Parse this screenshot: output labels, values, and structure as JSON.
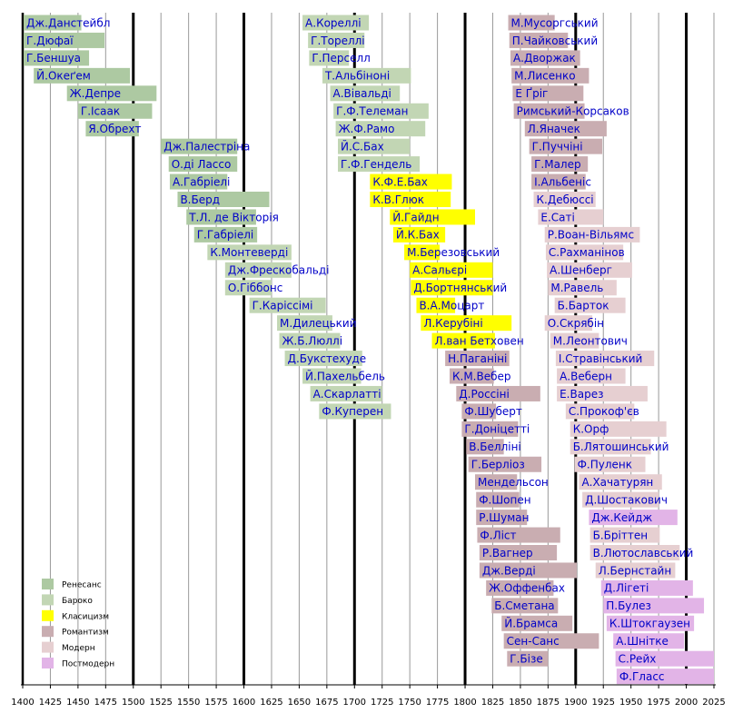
{
  "chart_data": {
    "type": "timeline",
    "xlim": [
      1400,
      2025
    ],
    "x_ticks": [
      1400,
      1425,
      1450,
      1475,
      1500,
      1525,
      1550,
      1575,
      1600,
      1625,
      1650,
      1675,
      1700,
      1725,
      1750,
      1775,
      1800,
      1825,
      1850,
      1875,
      1900,
      1925,
      1950,
      1975,
      2000,
      2025
    ],
    "period_boundaries": [
      1500,
      1600,
      1700,
      1800,
      1900,
      2000
    ],
    "legend_placement": "bottom-left",
    "periods": [
      {
        "key": "renaissance",
        "label": "Ренесанс",
        "color": "#adc9a2"
      },
      {
        "key": "baroque",
        "label": "Бароко",
        "color": "#c2d6b4"
      },
      {
        "key": "classicism",
        "label": "Класицизм",
        "color": "#ffff00"
      },
      {
        "key": "romanticism",
        "label": "Романтизм",
        "color": "#c9adb1"
      },
      {
        "key": "modern",
        "label": "Модерн",
        "color": "#e6cfd1"
      },
      {
        "key": "postmodern",
        "label": "Постмодерн",
        "color": "#e2b4e7"
      }
    ],
    "columns": [
      {
        "composers": [
          {
            "name": "Дж.Данстейбл",
            "start": 1400,
            "end": 1453,
            "period": "renaissance"
          },
          {
            "name": "Г.Дюфаї",
            "start": 1397,
            "end": 1474,
            "period": "renaissance"
          },
          {
            "name": "Г.Беншуа",
            "start": 1400,
            "end": 1460,
            "period": "renaissance"
          },
          {
            "name": "Й.Океґем",
            "start": 1410,
            "end": 1497,
            "period": "renaissance"
          },
          {
            "name": "Ж.Депре",
            "start": 1440,
            "end": 1521,
            "period": "renaissance"
          },
          {
            "name": "Г.Ісаак",
            "start": 1450,
            "end": 1517,
            "period": "renaissance"
          },
          {
            "name": "Я.Обрехт",
            "start": 1457,
            "end": 1505,
            "period": "renaissance"
          },
          {
            "name": "Дж.Палестріна",
            "start": 1525,
            "end": 1594,
            "period": "renaissance"
          },
          {
            "name": "О.ді Лассо",
            "start": 1532,
            "end": 1594,
            "period": "renaissance"
          },
          {
            "name": "А.Габріелі",
            "start": 1533,
            "end": 1585,
            "period": "renaissance"
          },
          {
            "name": "В.Берд",
            "start": 1540,
            "end": 1623,
            "period": "renaissance"
          },
          {
            "name": "Т.Л. де Вікторія",
            "start": 1548,
            "end": 1611,
            "period": "renaissance"
          },
          {
            "name": "Г.Габріелі",
            "start": 1555,
            "end": 1612,
            "period": "renaissance"
          },
          {
            "name": "К.Монтеверді",
            "start": 1567,
            "end": 1643,
            "period": "baroque"
          },
          {
            "name": "Дж.Фрескобальді",
            "start": 1583,
            "end": 1643,
            "period": "baroque"
          },
          {
            "name": "О.Гіббонс",
            "start": 1583,
            "end": 1625,
            "period": "baroque"
          },
          {
            "name": "Г.Каріссімі",
            "start": 1605,
            "end": 1674,
            "period": "baroque"
          },
          {
            "name": "М.Дилецький",
            "start": 1630,
            "end": 1680,
            "period": "baroque"
          },
          {
            "name": "Ж.Б.Люллі",
            "start": 1632,
            "end": 1687,
            "period": "baroque"
          },
          {
            "name": "Д.Букстехуде",
            "start": 1637,
            "end": 1707,
            "period": "baroque"
          },
          {
            "name": "Й.Пахельбель",
            "start": 1653,
            "end": 1706,
            "period": "baroque"
          },
          {
            "name": "А.Скарлатті",
            "start": 1660,
            "end": 1725,
            "period": "baroque"
          },
          {
            "name": "Ф.Куперен",
            "start": 1668,
            "end": 1733,
            "period": "baroque"
          }
        ]
      },
      {
        "composers": [
          {
            "name": "А.Кореллі",
            "start": 1653,
            "end": 1713,
            "period": "baroque"
          },
          {
            "name": "Г.Тореллі",
            "start": 1658,
            "end": 1709,
            "period": "baroque"
          },
          {
            "name": "Г.Перселл",
            "start": 1659,
            "end": 1695,
            "period": "baroque"
          },
          {
            "name": "Т.Альбіноні",
            "start": 1671,
            "end": 1751,
            "period": "baroque"
          },
          {
            "name": "А.Вівальді",
            "start": 1678,
            "end": 1741,
            "period": "baroque"
          },
          {
            "name": "Г.Ф.Телеман",
            "start": 1681,
            "end": 1767,
            "period": "baroque"
          },
          {
            "name": "Ж.Ф.Рамо",
            "start": 1683,
            "end": 1764,
            "period": "baroque"
          },
          {
            "name": "Й.С.Бах",
            "start": 1685,
            "end": 1750,
            "period": "baroque"
          },
          {
            "name": "Г.Ф.Гендель",
            "start": 1685,
            "end": 1759,
            "period": "baroque"
          },
          {
            "name": "К.Ф.Е.Бах",
            "start": 1714,
            "end": 1788,
            "period": "classicism"
          },
          {
            "name": "К.В.Глюк",
            "start": 1714,
            "end": 1787,
            "period": "classicism"
          },
          {
            "name": "Й.Гайдн",
            "start": 1732,
            "end": 1809,
            "period": "classicism"
          },
          {
            "name": "Й.К.Бах",
            "start": 1735,
            "end": 1782,
            "period": "classicism"
          },
          {
            "name": "М.Березовський",
            "start": 1745,
            "end": 1777,
            "period": "classicism"
          },
          {
            "name": "А.Сальєрі",
            "start": 1750,
            "end": 1825,
            "period": "classicism"
          },
          {
            "name": "Д.Бортнянський",
            "start": 1751,
            "end": 1825,
            "period": "classicism"
          },
          {
            "name": "В.А.Моцарт",
            "start": 1756,
            "end": 1791,
            "period": "classicism"
          },
          {
            "name": "Л.Керубіні",
            "start": 1760,
            "end": 1842,
            "period": "classicism"
          },
          {
            "name": "Л.ван Бетховен",
            "start": 1770,
            "end": 1827,
            "period": "classicism"
          },
          {
            "name": "Н.Паганіні",
            "start": 1782,
            "end": 1840,
            "period": "romanticism"
          },
          {
            "name": "К.М.Вебер",
            "start": 1786,
            "end": 1826,
            "period": "romanticism"
          },
          {
            "name": "Д.Россіні",
            "start": 1792,
            "end": 1868,
            "period": "romanticism"
          },
          {
            "name": "Ф.Шуберт",
            "start": 1797,
            "end": 1828,
            "period": "romanticism"
          },
          {
            "name": "Г.Доніцетті",
            "start": 1797,
            "end": 1848,
            "period": "romanticism"
          },
          {
            "name": "В.Белліні",
            "start": 1801,
            "end": 1835,
            "period": "romanticism"
          },
          {
            "name": "Г.Берліоз",
            "start": 1803,
            "end": 1869,
            "period": "romanticism"
          },
          {
            "name": "Мендельсон",
            "start": 1809,
            "end": 1847,
            "period": "romanticism"
          },
          {
            "name": "Ф.Шопен",
            "start": 1810,
            "end": 1849,
            "period": "romanticism"
          },
          {
            "name": "Р.Шуман",
            "start": 1810,
            "end": 1856,
            "period": "romanticism"
          },
          {
            "name": "Ф.Ліст",
            "start": 1811,
            "end": 1886,
            "period": "romanticism"
          },
          {
            "name": "Р.Вагнер",
            "start": 1813,
            "end": 1883,
            "period": "romanticism"
          },
          {
            "name": "Дж.Верді",
            "start": 1813,
            "end": 1901,
            "period": "romanticism"
          },
          {
            "name": "Ж.Оффенбах",
            "start": 1819,
            "end": 1880,
            "period": "romanticism"
          },
          {
            "name": "Б.Сметана",
            "start": 1824,
            "end": 1884,
            "period": "romanticism"
          },
          {
            "name": "Й.Брамса",
            "start": 1833,
            "end": 1897,
            "period": "romanticism"
          },
          {
            "name": "Сен-Санс",
            "start": 1835,
            "end": 1921,
            "period": "romanticism"
          },
          {
            "name": "Г.Бізе",
            "start": 1838,
            "end": 1875,
            "period": "romanticism"
          }
        ]
      },
      {
        "composers": [
          {
            "name": "М.Мусоргський",
            "start": 1839,
            "end": 1881,
            "period": "romanticism"
          },
          {
            "name": "П.Чайковський",
            "start": 1840,
            "end": 1893,
            "period": "romanticism"
          },
          {
            "name": "А.Дворжак",
            "start": 1841,
            "end": 1904,
            "period": "romanticism"
          },
          {
            "name": "М.Лисенко",
            "start": 1842,
            "end": 1912,
            "period": "romanticism"
          },
          {
            "name": "Е Ґріг",
            "start": 1843,
            "end": 1907,
            "period": "romanticism"
          },
          {
            "name": "Римський-Корсаков",
            "start": 1844,
            "end": 1908,
            "period": "romanticism"
          },
          {
            "name": "Л.Яначек",
            "start": 1854,
            "end": 1928,
            "period": "romanticism"
          },
          {
            "name": "Г.Пуччіні",
            "start": 1858,
            "end": 1924,
            "period": "romanticism"
          },
          {
            "name": "Г.Малер",
            "start": 1860,
            "end": 1911,
            "period": "romanticism"
          },
          {
            "name": "І.Альбеніс",
            "start": 1860,
            "end": 1909,
            "period": "romanticism"
          },
          {
            "name": "К.Дебюссі",
            "start": 1862,
            "end": 1918,
            "period": "modern"
          },
          {
            "name": "Е.Саті",
            "start": 1866,
            "end": 1925,
            "period": "modern"
          },
          {
            "name": "Р.Воан-Вільямс",
            "start": 1872,
            "end": 1958,
            "period": "modern"
          },
          {
            "name": "С.Рахманінов",
            "start": 1873,
            "end": 1943,
            "period": "modern"
          },
          {
            "name": "А.Шенберг",
            "start": 1874,
            "end": 1951,
            "period": "modern"
          },
          {
            "name": "М.Равель",
            "start": 1875,
            "end": 1937,
            "period": "modern"
          },
          {
            "name": "Б.Барток",
            "start": 1881,
            "end": 1945,
            "period": "modern"
          },
          {
            "name": "О.Скрябін",
            "start": 1872,
            "end": 1915,
            "period": "modern"
          },
          {
            "name": "М.Леонтович",
            "start": 1877,
            "end": 1921,
            "period": "modern"
          },
          {
            "name": "І.Стравінський",
            "start": 1882,
            "end": 1971,
            "period": "modern"
          },
          {
            "name": "А.Веберн",
            "start": 1883,
            "end": 1945,
            "period": "modern"
          },
          {
            "name": "Е.Варез",
            "start": 1883,
            "end": 1965,
            "period": "modern"
          },
          {
            "name": "С.Прокоф'єв",
            "start": 1891,
            "end": 1953,
            "period": "modern"
          },
          {
            "name": "К.Орф",
            "start": 1895,
            "end": 1982,
            "period": "modern"
          },
          {
            "name": "Б.Лятошинський",
            "start": 1895,
            "end": 1968,
            "period": "modern"
          },
          {
            "name": "Ф.Пуленк",
            "start": 1899,
            "end": 1963,
            "period": "modern"
          },
          {
            "name": "А.Хачатурян",
            "start": 1903,
            "end": 1978,
            "period": "modern"
          },
          {
            "name": "Д.Шостакович",
            "start": 1906,
            "end": 1975,
            "period": "modern"
          },
          {
            "name": "Дж.Кейдж",
            "start": 1912,
            "end": 1992,
            "period": "postmodern"
          },
          {
            "name": "Б.Бріттен",
            "start": 1913,
            "end": 1976,
            "period": "modern"
          },
          {
            "name": "В.Лютославський",
            "start": 1913,
            "end": 1994,
            "period": "modern"
          },
          {
            "name": "Л.Бернстайн",
            "start": 1918,
            "end": 1990,
            "period": "modern"
          },
          {
            "name": "Д.Лігеті",
            "start": 1923,
            "end": 2006,
            "period": "postmodern"
          },
          {
            "name": "П.Булез",
            "start": 1925,
            "end": 2016,
            "period": "postmodern"
          },
          {
            "name": "К.Штокгаузен",
            "start": 1928,
            "end": 2007,
            "period": "postmodern"
          },
          {
            "name": "А.Шнітке",
            "start": 1934,
            "end": 1998,
            "period": "postmodern"
          },
          {
            "name": "С.Рейх",
            "start": 1936,
            "end": 2025,
            "period": "postmodern"
          },
          {
            "name": "Ф.Гласс",
            "start": 1937,
            "end": 2025,
            "period": "postmodern"
          }
        ]
      }
    ]
  }
}
